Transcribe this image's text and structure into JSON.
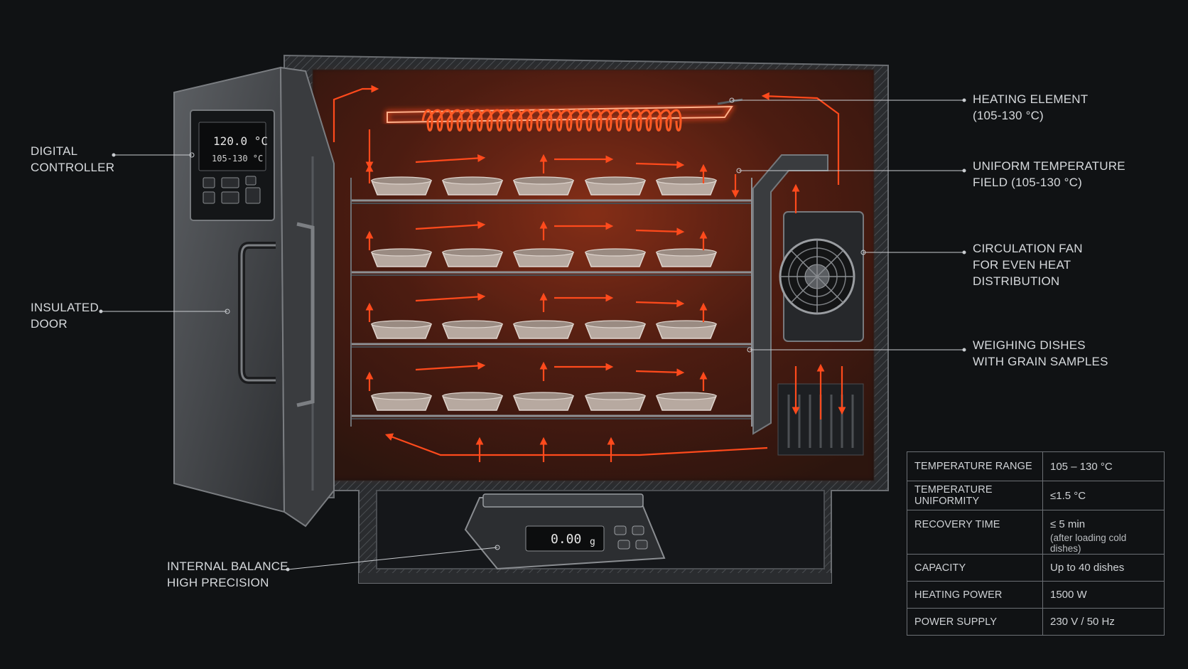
{
  "callouts": {
    "digital_controller": [
      "DIGITAL",
      "CONTROLLER"
    ],
    "insulated_door": [
      "INSULATED",
      "DOOR"
    ],
    "internal_balance": [
      "INTERNAL BALANCE",
      "HIGH PRECISION"
    ],
    "heating_element": [
      "HEATING ELEMENT",
      "(105-130 °C)"
    ],
    "uniform_field": [
      "UNIFORM TEMPERATURE",
      "FIELD (105-130 °C)"
    ],
    "circulation_fan": [
      "CIRCULATION FAN",
      "FOR EVEN HEAT",
      "DISTRIBUTION"
    ],
    "weighing_dishes": [
      "WEIGHING DISHES",
      "WITH GRAIN SAMPLES"
    ]
  },
  "controller_display": {
    "temperature": "120.0 °C",
    "range": "105-130 °C"
  },
  "balance_display": {
    "reading": "0.00",
    "unit": "g"
  },
  "specs": [
    {
      "label": "TEMPERATURE RANGE",
      "value": "105 – 130 °C"
    },
    {
      "label": "TEMPERATURE UNIFORMITY",
      "value": "≤1.5 °C"
    },
    {
      "label": "RECOVERY TIME",
      "value": "≤ 5 min",
      "note": "(after loading cold dishes)"
    },
    {
      "label": "CAPACITY",
      "value": "Up to 40 dishes"
    },
    {
      "label": "HEATING POWER",
      "value": "1500 W"
    },
    {
      "label": "POWER SUPPLY",
      "value": "230 V / 50 Hz"
    }
  ],
  "colors": {
    "background": "#101214",
    "heat": "#ff4a1c",
    "airflow": "#e0401f",
    "text": "#d6d9dc"
  }
}
